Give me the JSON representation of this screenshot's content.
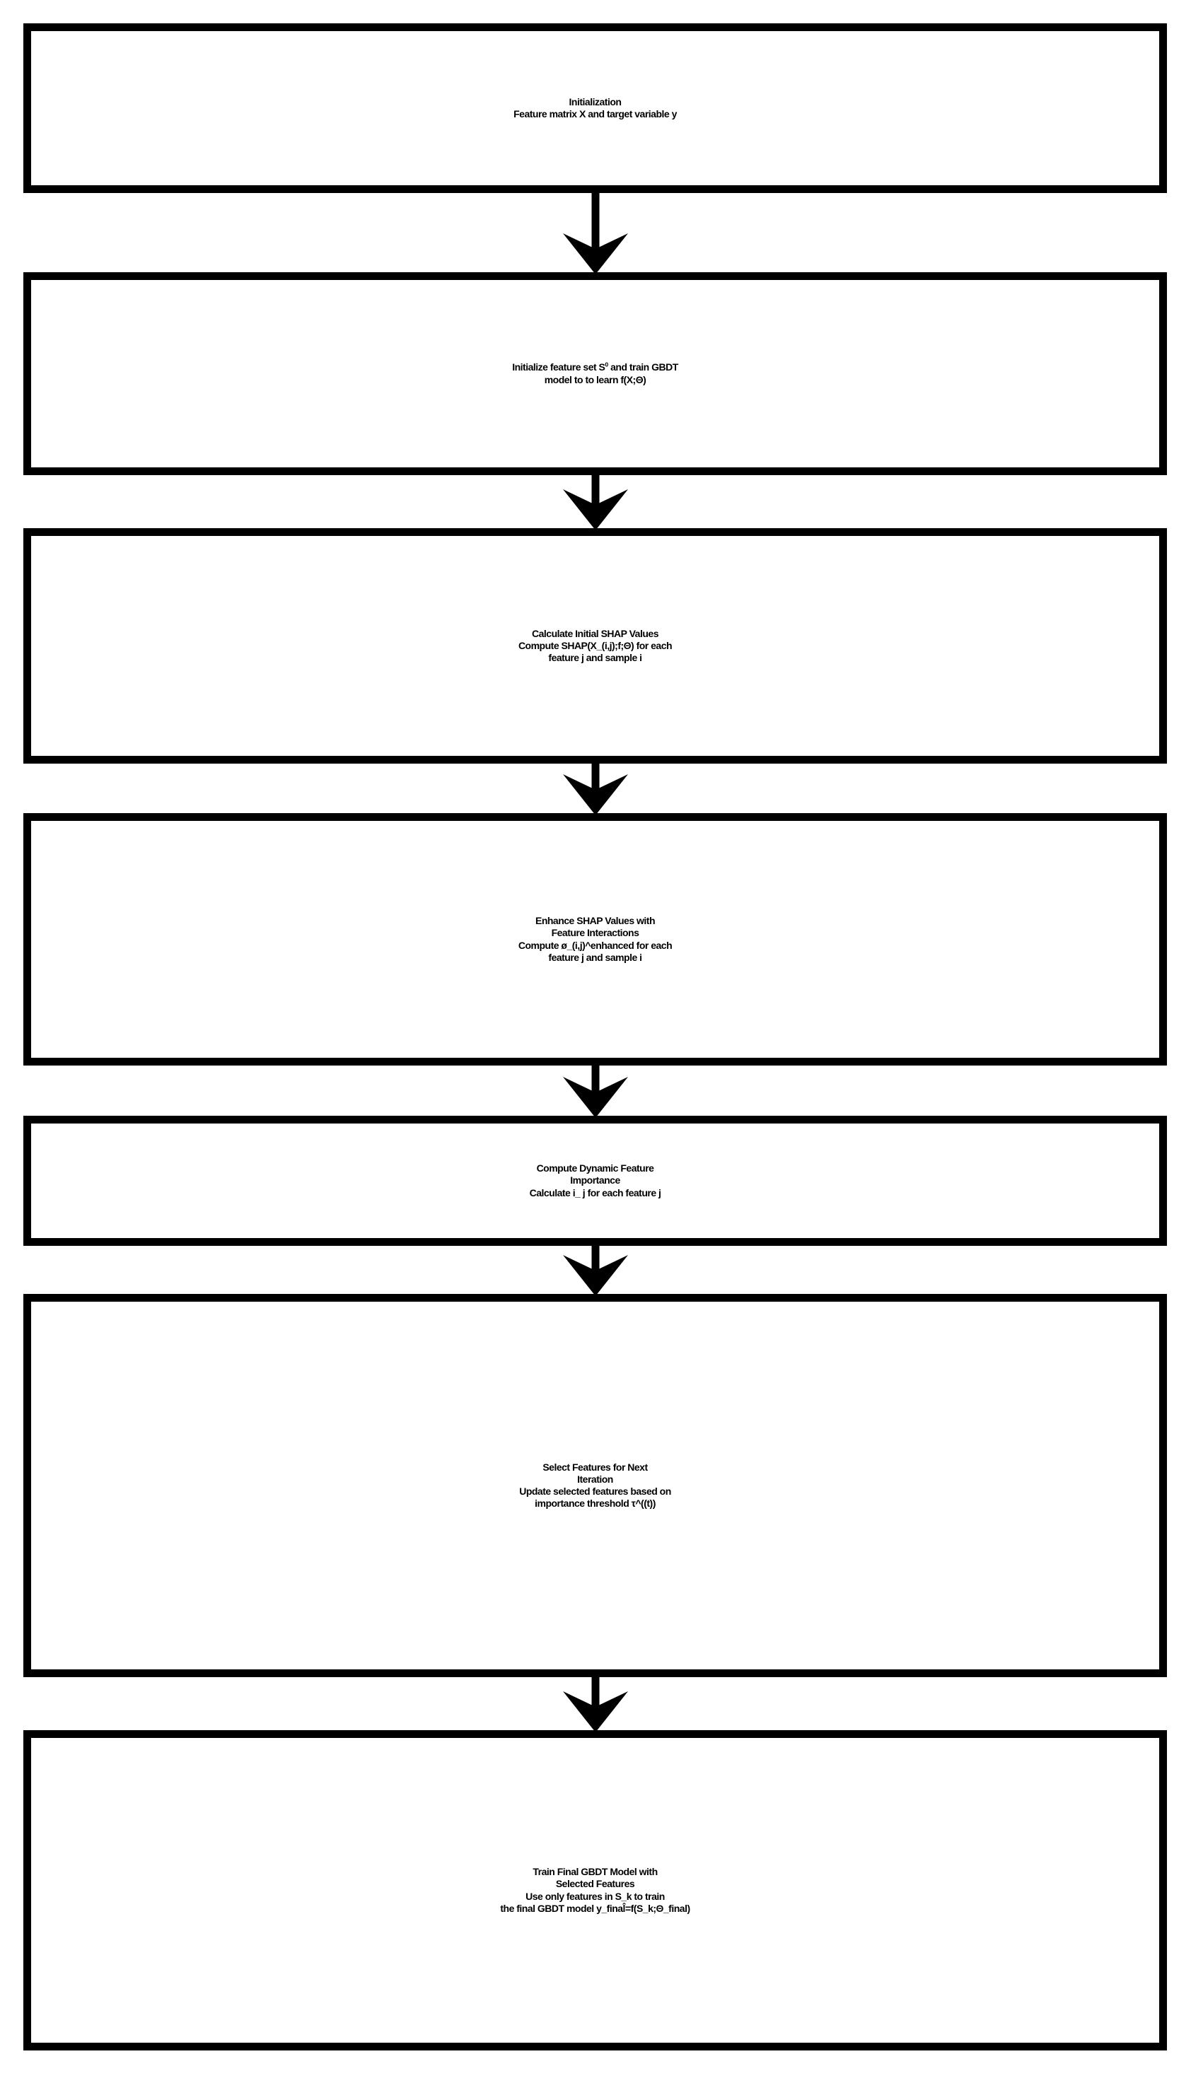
{
  "diagram": {
    "title": "SHAP-based Dynamic Feature Selection GBDT Pipeline Flowchart",
    "type": "vertical-flowchart",
    "orientation": "top-to-bottom",
    "node_count": 7,
    "connector_count": 6,
    "colors": {
      "background": "#ffffff",
      "box_border": "#000000",
      "box_fill": "#ffffff",
      "text": "#000000",
      "arrow": "#000000"
    },
    "nodes": [
      {
        "id": "initialization",
        "lines": [
          "Initialization",
          "Feature matrix X and target variable y"
        ]
      },
      {
        "id": "initialize-feature-set",
        "lines": [
          "Initialize feature set S0 and train GBDT",
          "model to to learn f(X;Θ)"
        ],
        "line1_parts": {
          "before": "Initialize feature set S",
          "superscript": "0",
          "after": " and train GBDT"
        }
      },
      {
        "id": "calculate-initial-shap",
        "lines": [
          "Calculate Initial SHAP Values",
          "Compute SHAP(X_(i,j);f;Θ) for each",
          "feature j and sample i"
        ]
      },
      {
        "id": "enhance-shap-values",
        "lines": [
          "Enhance SHAP Values with",
          "Feature Interactions",
          "Compute ø_(i,j)^enhanced for each",
          "feature j and sample i"
        ]
      },
      {
        "id": "compute-dynamic-importance",
        "lines": [
          "Compute Dynamic Feature",
          "Importance",
          "Calculate i_ j for each feature j"
        ]
      },
      {
        "id": "select-features-next-iteration",
        "lines": [
          "Select Features for Next",
          "Iteration",
          "Update selected features based on",
          "importance threshold τ^((t))"
        ]
      },
      {
        "id": "train-final-gbdt",
        "lines": [
          "Train Final GBDT Model with",
          "Selected Features",
          "Use only features in S_k to train",
          "the final GBDT model y_final̂=f(S_k;Θ_final)"
        ]
      }
    ],
    "connectors": [
      {
        "id": "arrow-1",
        "from": "initialization",
        "to": "initialize-feature-set"
      },
      {
        "id": "arrow-2",
        "from": "initialize-feature-set",
        "to": "calculate-initial-shap"
      },
      {
        "id": "arrow-3",
        "from": "calculate-initial-shap",
        "to": "enhance-shap-values"
      },
      {
        "id": "arrow-4",
        "from": "enhance-shap-values",
        "to": "compute-dynamic-importance"
      },
      {
        "id": "arrow-5",
        "from": "compute-dynamic-importance",
        "to": "select-features-next-iteration"
      },
      {
        "id": "arrow-6",
        "from": "select-features-next-iteration",
        "to": "train-final-gbdt"
      }
    ]
  }
}
